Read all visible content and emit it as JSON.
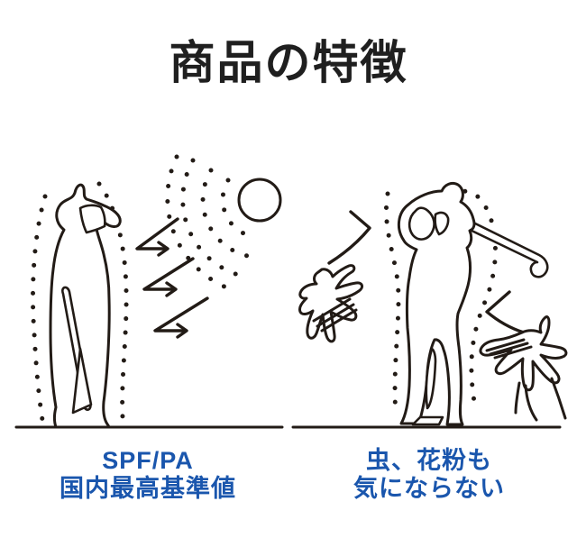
{
  "title": "商品の特徴",
  "captions": {
    "uv": {
      "line1": "SPF/PA",
      "line2": "国内最高基準値"
    },
    "insect": {
      "line1": "虫、花粉も",
      "line2": "気にならない"
    }
  },
  "icons": {
    "left_panel": [
      "golfer-standing-icon",
      "sun-icon",
      "sun-rays-dots-icon",
      "uv-reflect-arrows-icon",
      "protective-dot-barrier",
      "ground-line"
    ],
    "right_panel": [
      "golfer-swinging-icon",
      "insect-icon",
      "deflect-line-icon",
      "protective-dot-barrier",
      "ground-line"
    ]
  },
  "colors": {
    "caption_blue": "#1a56ad",
    "ink_black": "#221b16",
    "background": "#ffffff"
  }
}
